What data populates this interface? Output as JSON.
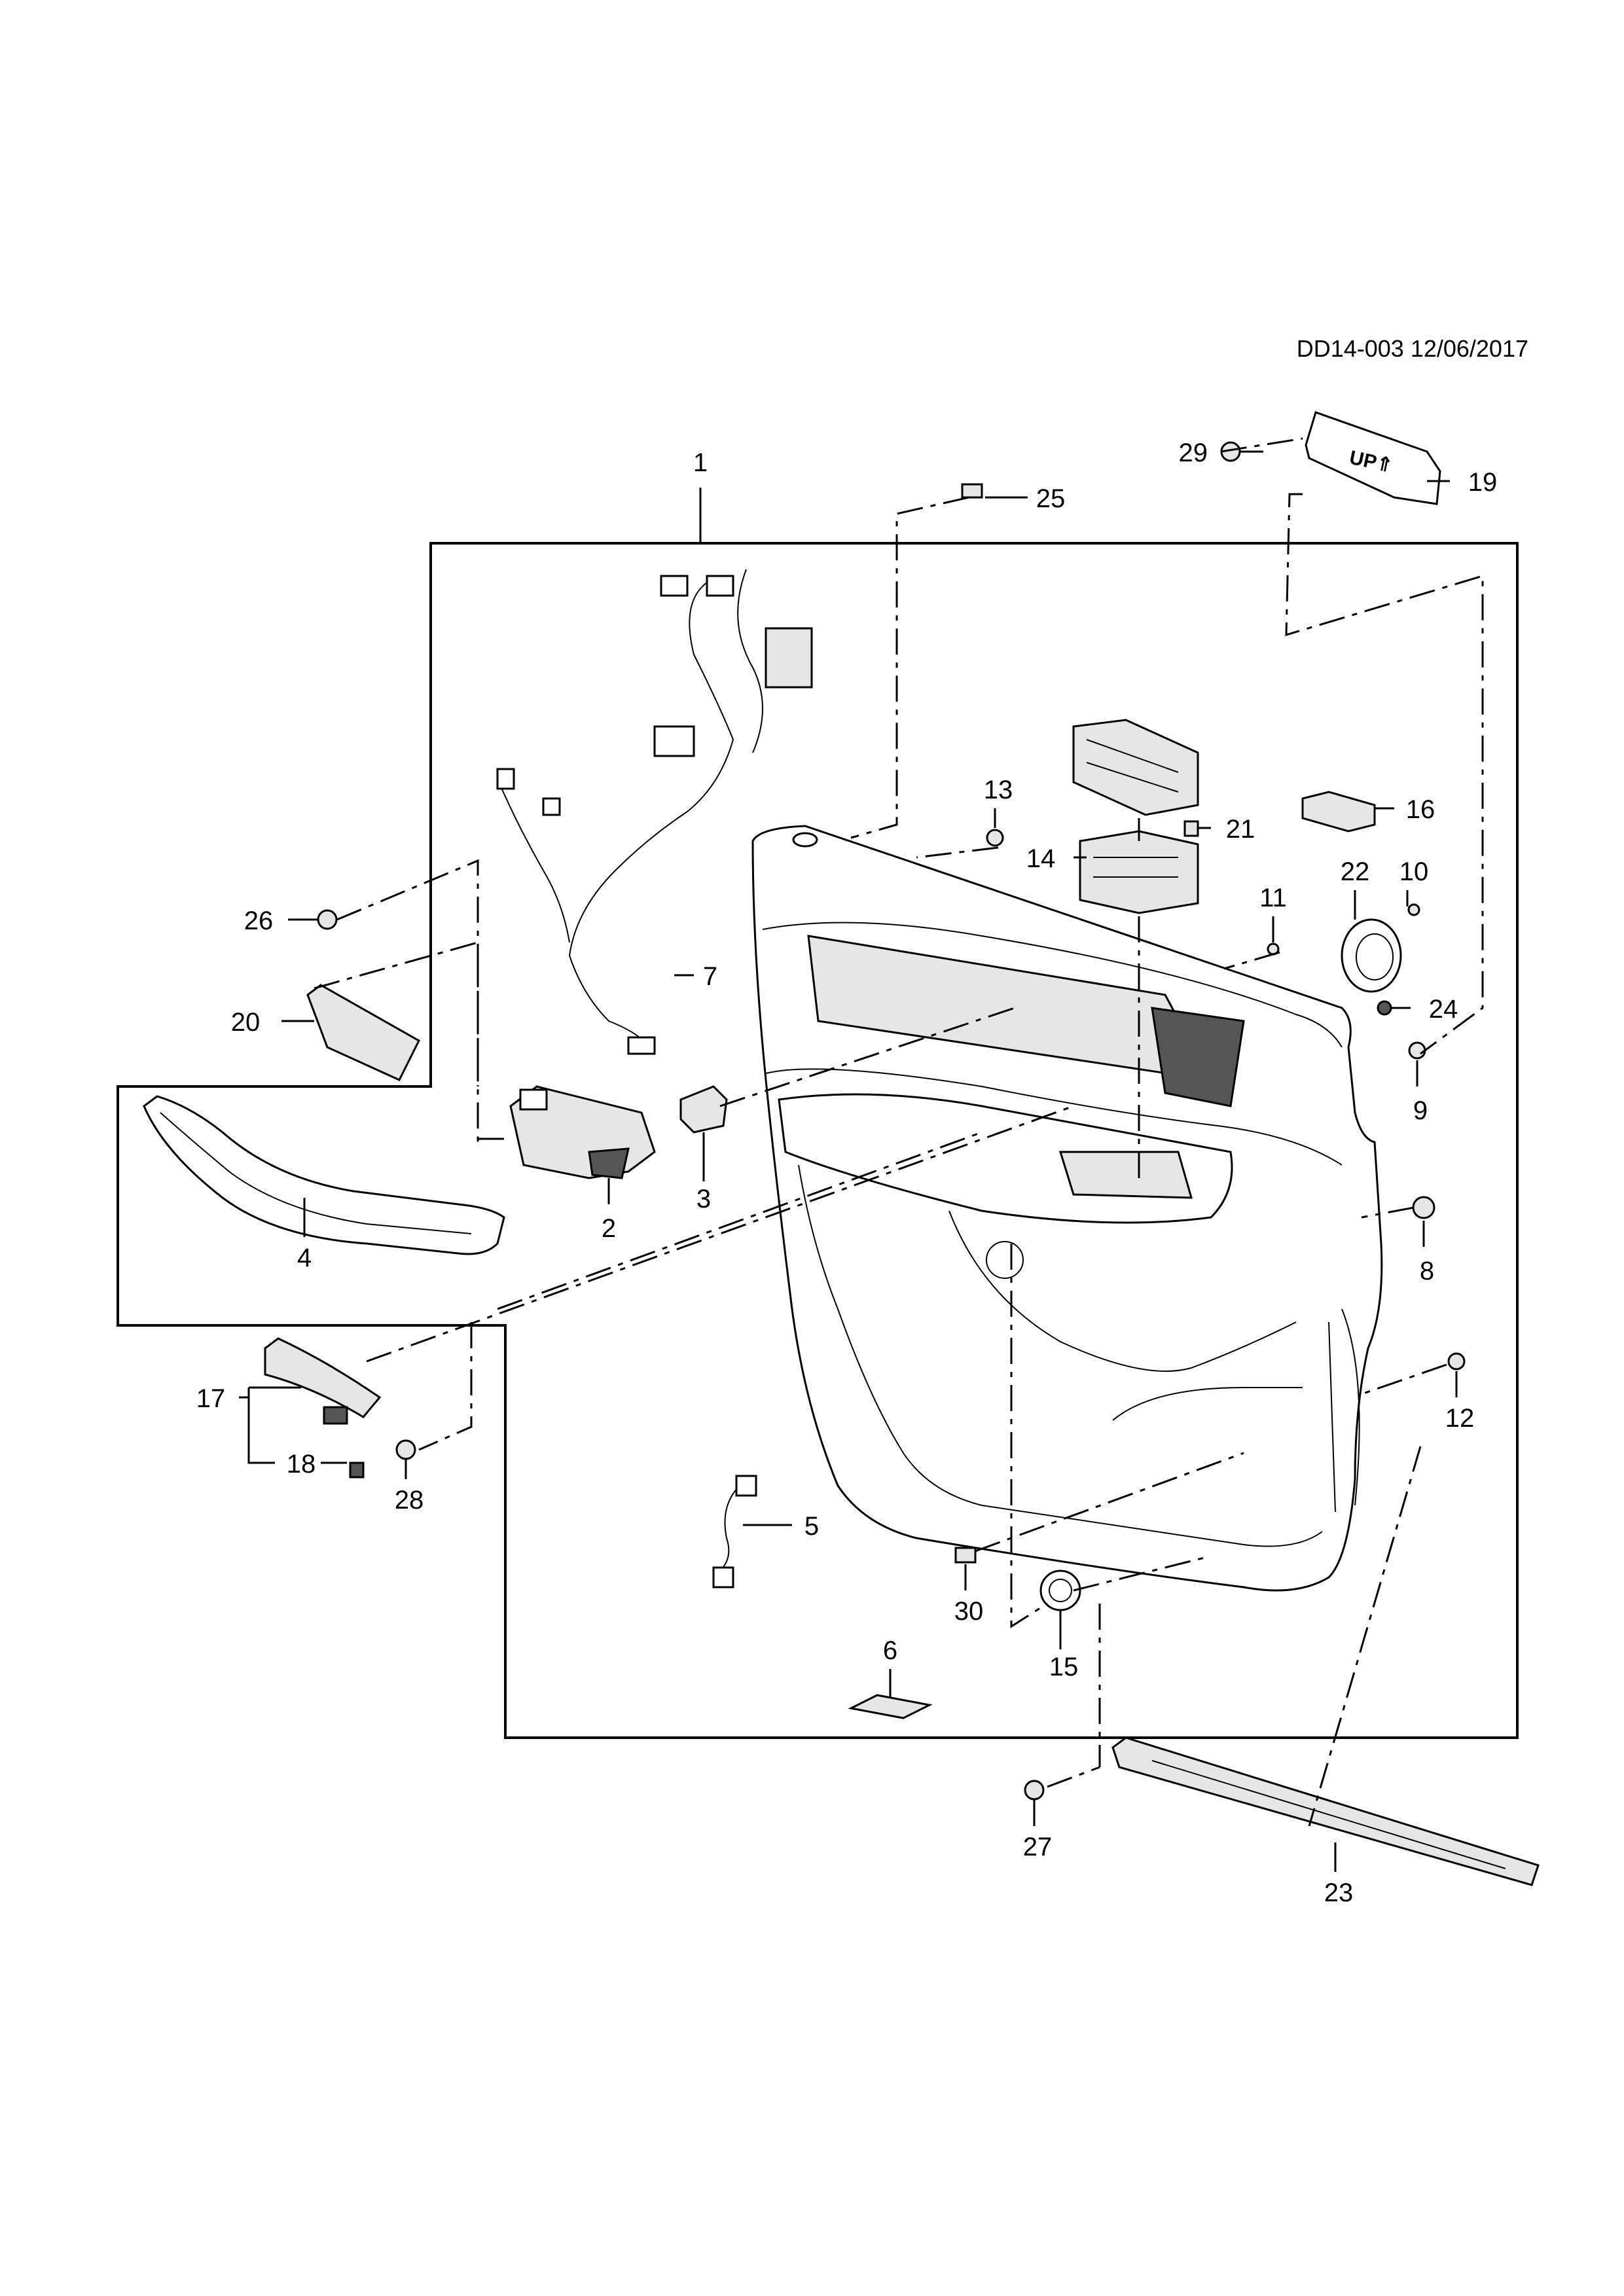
{
  "document": {
    "id_label": "DD14-003 12/06/2017"
  },
  "callouts": [
    {
      "number": "1"
    },
    {
      "number": "2"
    },
    {
      "number": "3"
    },
    {
      "number": "4"
    },
    {
      "number": "5"
    },
    {
      "number": "6"
    },
    {
      "number": "7"
    },
    {
      "number": "8"
    },
    {
      "number": "9"
    },
    {
      "number": "10"
    },
    {
      "number": "11"
    },
    {
      "number": "12"
    },
    {
      "number": "13"
    },
    {
      "number": "14"
    },
    {
      "number": "15"
    },
    {
      "number": "16"
    },
    {
      "number": "17"
    },
    {
      "number": "18"
    },
    {
      "number": "19"
    },
    {
      "number": "20"
    },
    {
      "number": "21"
    },
    {
      "number": "22"
    },
    {
      "number": "23"
    },
    {
      "number": "24"
    },
    {
      "number": "25"
    },
    {
      "number": "26"
    },
    {
      "number": "27"
    },
    {
      "number": "28"
    },
    {
      "number": "29"
    },
    {
      "number": "30"
    }
  ],
  "part_markings": {
    "bracket_19": "UP⇑"
  }
}
